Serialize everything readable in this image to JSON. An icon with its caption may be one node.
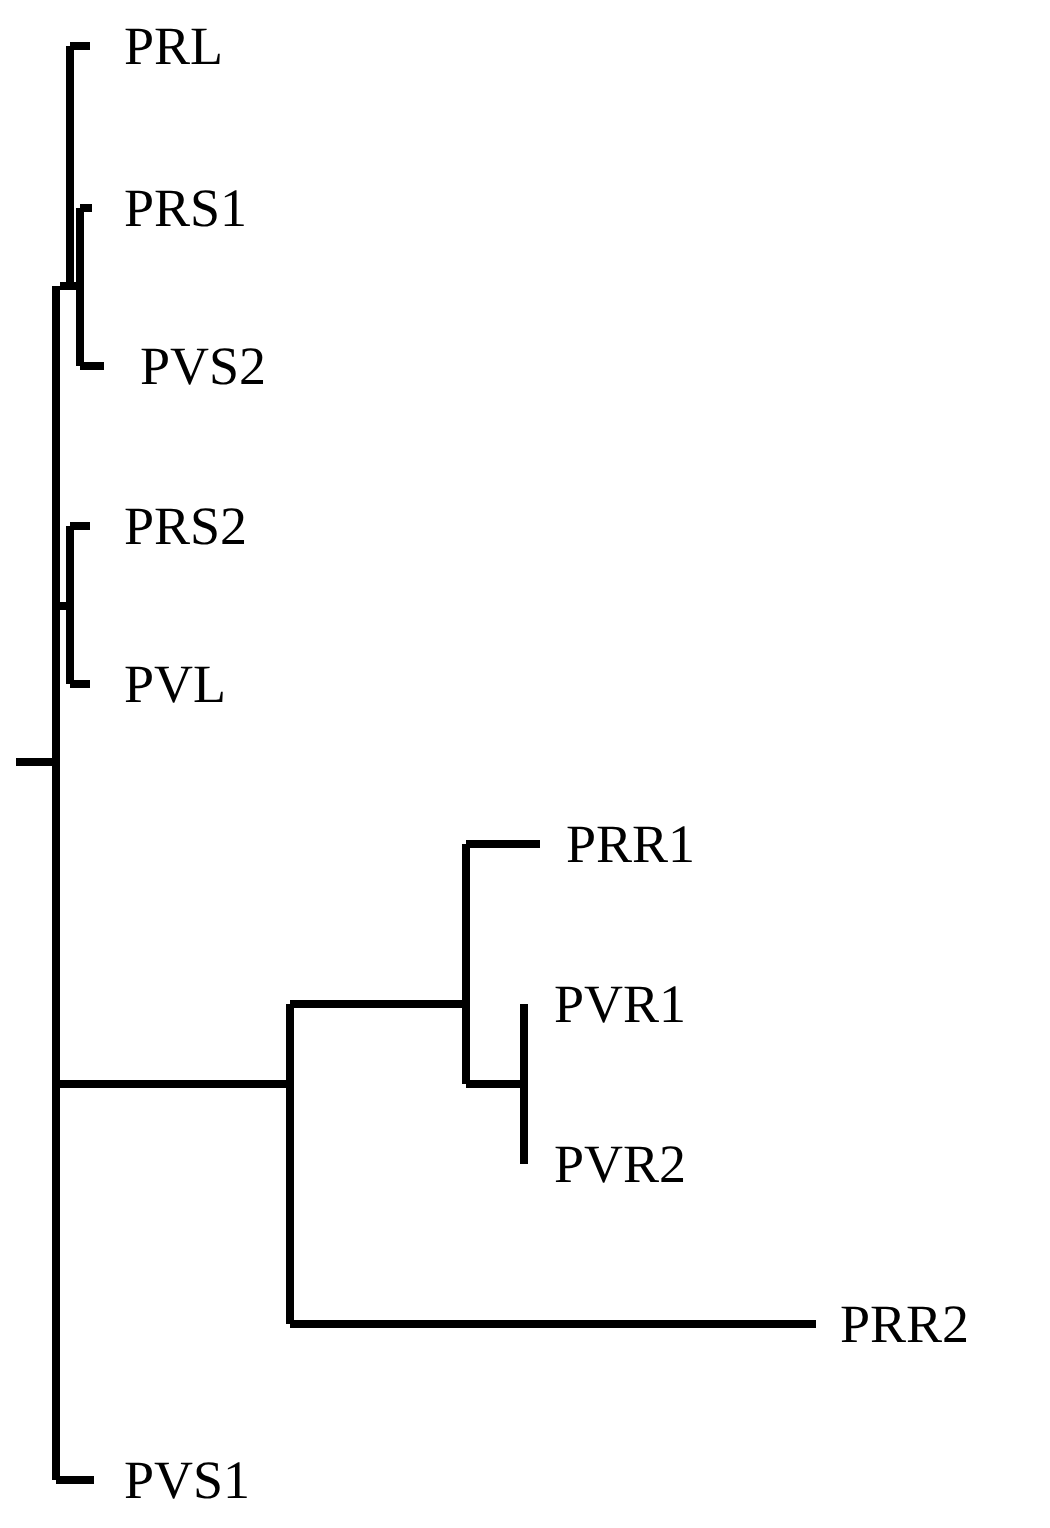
{
  "diagram": {
    "labels": [
      "PRL",
      "PRS1",
      "PVS2",
      "PRS2",
      "PVL",
      "PRR1",
      "PVR1",
      "PVR2",
      "PRR2",
      "PVS1"
    ]
  }
}
